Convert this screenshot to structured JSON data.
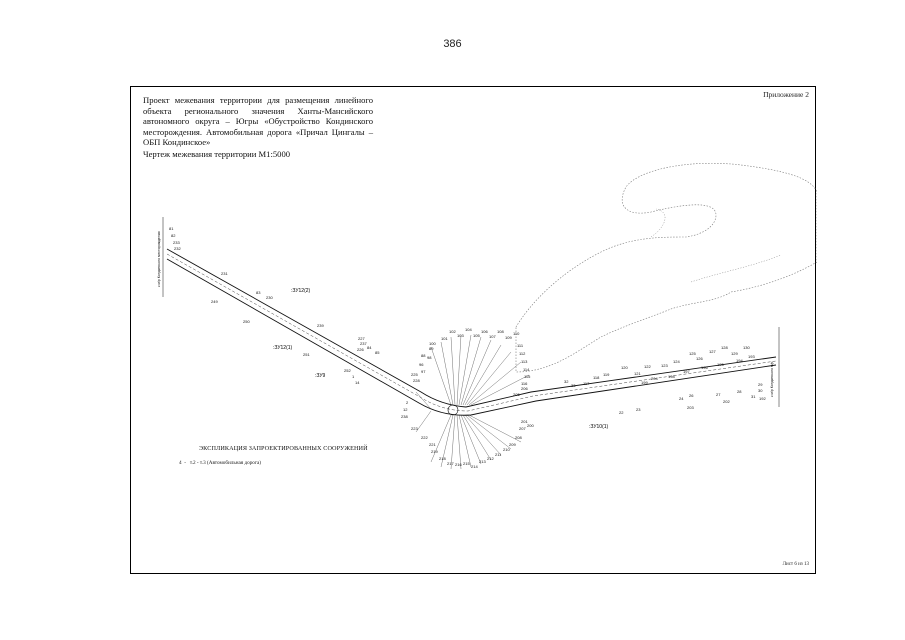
{
  "page": {
    "number": "386"
  },
  "sheet": {
    "title": "Проект межевания территории для размещения линейного объекта регионального значения Ханты-Мансийского автономного округа – Югры «Обустройство Кондинского месторождения. Автомобильная дорога «Причал Цингалы – ОБП Кондинское»",
    "scale_line": "Чертеж межевания территории   М1:5000",
    "appendix": "Приложение 2",
    "sheet_number": "Лист 6 из 13"
  },
  "drawing": {
    "parcel_labels": [
      ":ЗУ12(2)",
      ":ЗУ12(1)",
      ":ЗУ9",
      ":ЗУ10(1)"
    ],
    "edge_text_left": "к м/р Кондинского месторождения",
    "edge_text_right": "к м/р Кондинского м/р",
    "point_labels": [
      "81",
      "82",
      "233",
      "232",
      "231",
      "83",
      "230",
      "249",
      "250",
      "239",
      "237",
      "227",
      "84",
      "85",
      "226",
      "251",
      "252",
      "1",
      "14",
      "96",
      "98",
      "89",
      "88",
      "225",
      "228",
      "97",
      "100",
      "101",
      "102",
      "103",
      "104",
      "105",
      "106",
      "107",
      "108",
      "109",
      "110",
      "111",
      "112",
      "113",
      "114",
      "115",
      "116",
      "2",
      "12",
      "238",
      "223",
      "222",
      "221",
      "219",
      "218",
      "217",
      "216",
      "215",
      "214",
      "213",
      "212",
      "211",
      "210",
      "209",
      "208",
      "207",
      "206",
      "205",
      "204",
      "203",
      "202",
      "201",
      "200",
      "22",
      "23",
      "24",
      "26",
      "27",
      "28",
      "29",
      "30",
      "31",
      "32",
      "33",
      "117",
      "118",
      "119",
      "120",
      "121",
      "122",
      "123",
      "124",
      "125",
      "126",
      "127",
      "128",
      "129",
      "130",
      "192",
      "193",
      "194",
      "195",
      "196",
      "197",
      "198",
      "199"
    ]
  },
  "legend": {
    "title": "ЭКСПЛИКАЦИЯ ЗАПРОЕКТИРОВАННЫХ СООРУЖЕНИЙ",
    "item_number": "4",
    "item_text": "т.2 - т.3 (Автомобильная дорога)"
  }
}
